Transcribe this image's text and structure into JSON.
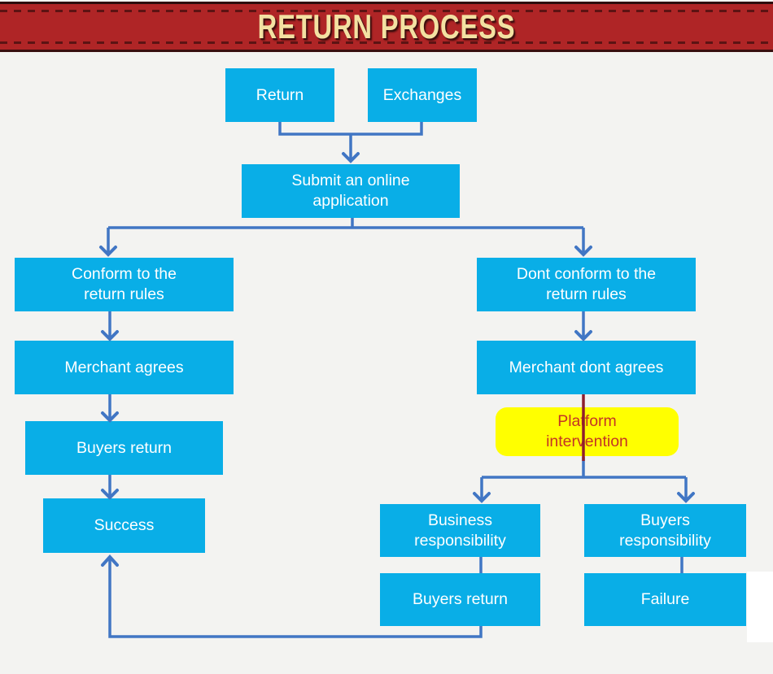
{
  "header": {
    "title": "RETURN PROCESS"
  },
  "colors": {
    "banner_red": "#AF2526",
    "banner_stitch": "#5C1313",
    "title_cream": "#F3E1A2",
    "node_cyan": "#09AEE7",
    "node_text": "#FFFFFF",
    "connector_blue": "#4176C4",
    "intervention_line_red": "#8E1E2E",
    "highlight_yellow": "#FFFF00",
    "highlight_text_red": "#C43425",
    "background_gray": "#F3F3F1"
  },
  "flowchart": {
    "nodes": [
      {
        "id": "return",
        "label": "Return"
      },
      {
        "id": "exchanges",
        "label": "Exchanges"
      },
      {
        "id": "submit-application",
        "label": "Submit an online\napplication"
      },
      {
        "id": "conform-rules",
        "label": "Conform to the\nreturn rules"
      },
      {
        "id": "dont-conform-rules",
        "label": "Dont conform to the\nreturn rules"
      },
      {
        "id": "merchant-agrees",
        "label": "Merchant agrees"
      },
      {
        "id": "merchant-dont-agrees",
        "label": "Merchant dont agrees"
      },
      {
        "id": "platform-intervention",
        "label": "Platform\nintervention",
        "highlight": true
      },
      {
        "id": "buyers-return",
        "label": "Buyers return"
      },
      {
        "id": "success",
        "label": "Success"
      },
      {
        "id": "business-responsibility",
        "label": "Business\nresponsibility"
      },
      {
        "id": "buyers-responsibility",
        "label": "Buyers\nresponsibility"
      },
      {
        "id": "buyers-return-2",
        "label": "Buyers return"
      },
      {
        "id": "failure",
        "label": "Failure"
      }
    ],
    "edges": [
      {
        "from": "return",
        "to": "submit-application"
      },
      {
        "from": "exchanges",
        "to": "submit-application"
      },
      {
        "from": "submit-application",
        "to": "conform-rules"
      },
      {
        "from": "submit-application",
        "to": "dont-conform-rules"
      },
      {
        "from": "conform-rules",
        "to": "merchant-agrees"
      },
      {
        "from": "merchant-agrees",
        "to": "buyers-return"
      },
      {
        "from": "buyers-return",
        "to": "success"
      },
      {
        "from": "dont-conform-rules",
        "to": "merchant-dont-agrees"
      },
      {
        "from": "merchant-dont-agrees",
        "to": "platform-intervention"
      },
      {
        "from": "platform-intervention",
        "to": "business-responsibility"
      },
      {
        "from": "platform-intervention",
        "to": "buyers-responsibility"
      },
      {
        "from": "business-responsibility",
        "to": "buyers-return-2"
      },
      {
        "from": "buyers-return-2",
        "to": "success"
      },
      {
        "from": "buyers-responsibility",
        "to": "failure"
      }
    ]
  }
}
